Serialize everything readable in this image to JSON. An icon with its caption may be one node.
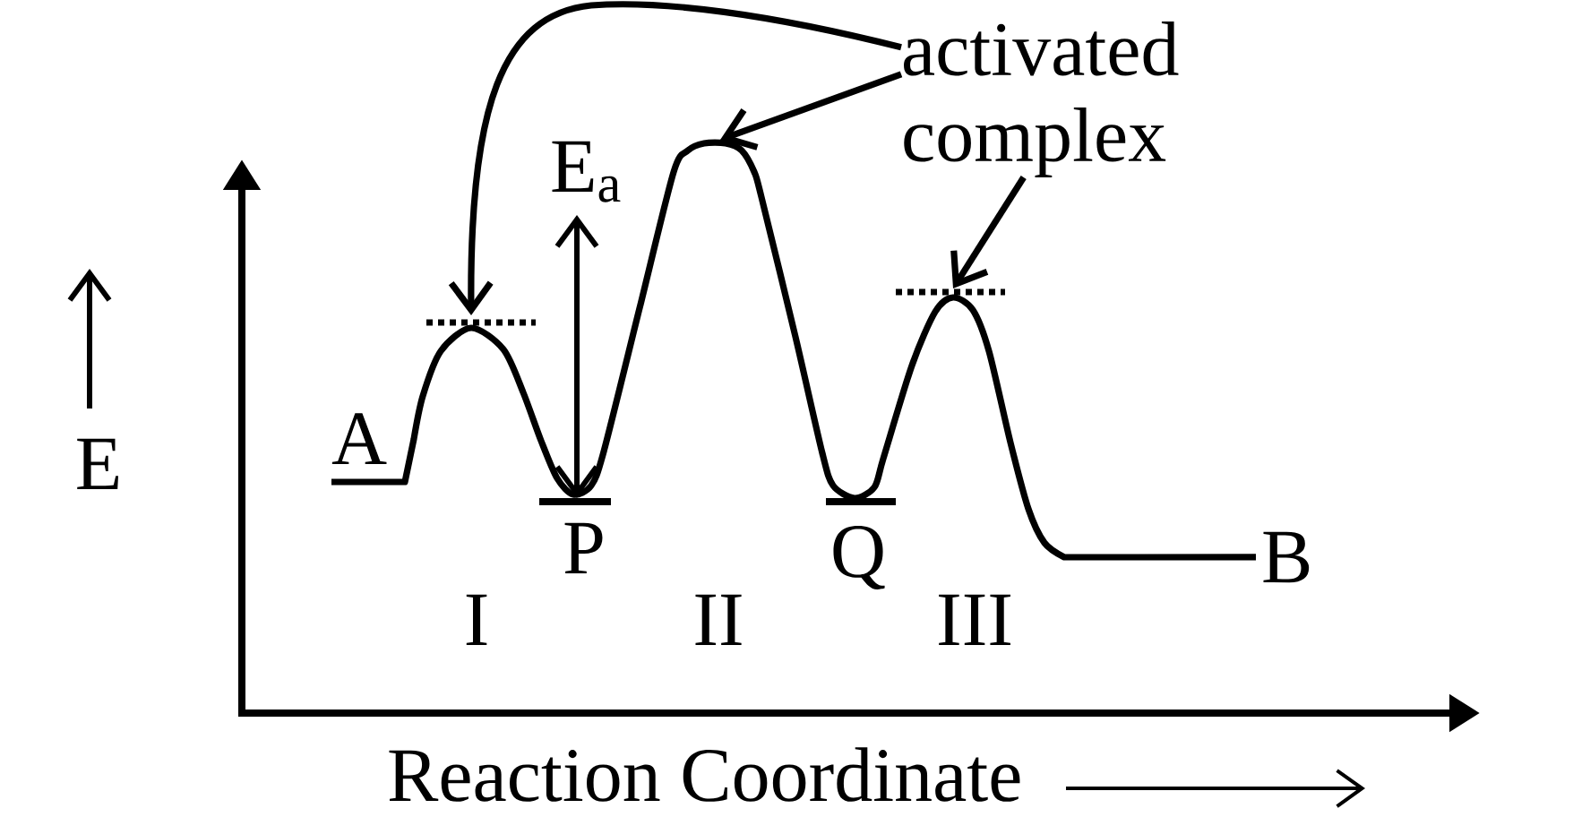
{
  "diagram": {
    "nodes": [
      {
        "text": [
          "activated complex"
        ]
      },
      {
        "text": [
          "A"
        ]
      },
      {
        "text": [
          "B"
        ]
      }
    ],
    "edges": [
      {
        "from": 0,
        "to": null,
        "arrow": "to"
      },
      {
        "from": 0,
        "to": null,
        "arrow": "to"
      },
      {
        "from": 0,
        "to": null,
        "arrow": "to"
      },
      {
        "from": 1,
        "to": 2,
        "arrow": "none"
      }
    ],
    "labels": [
      "E$_{a}$",
      "E",
      "P",
      "Q",
      "I",
      "II",
      "III",
      "Reaction Coordinate"
    ]
  }
}
